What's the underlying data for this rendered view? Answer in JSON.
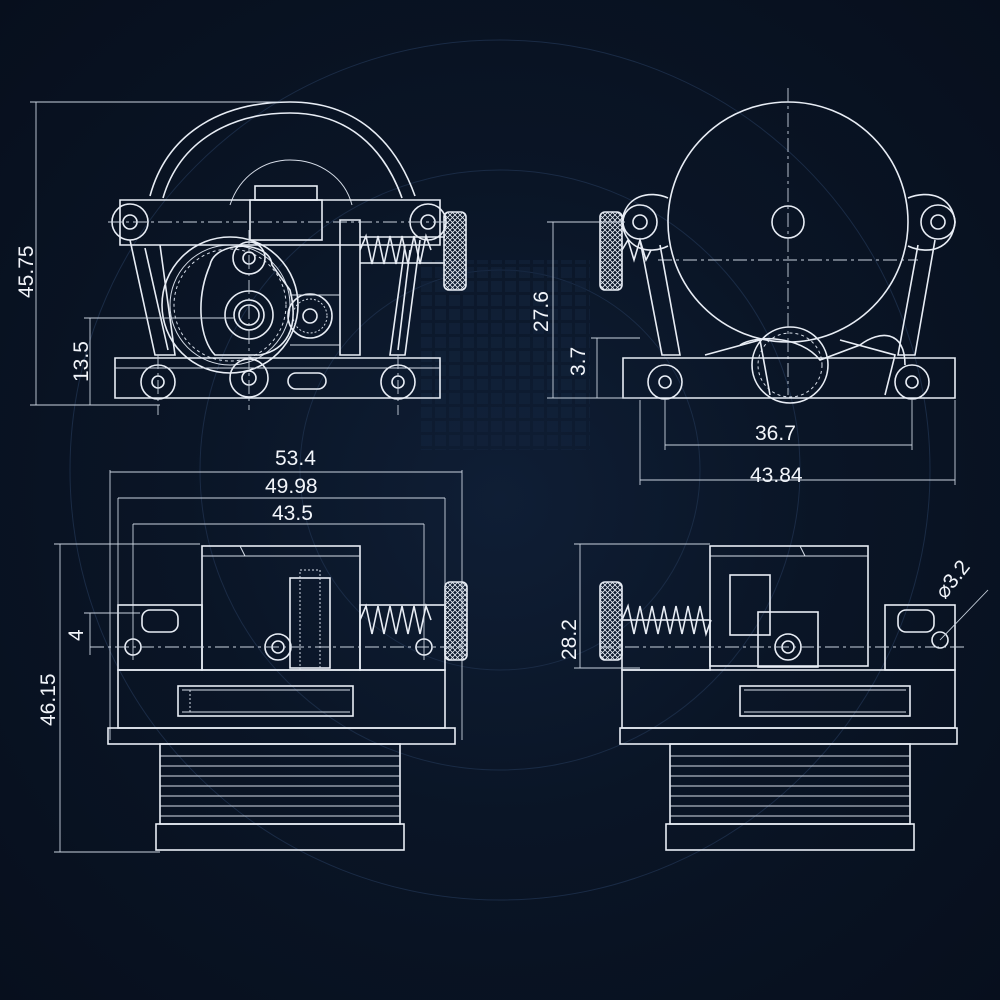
{
  "dimensions": {
    "front_height": "45.75",
    "front_shaft": "13.5",
    "rear_height": "27.6",
    "rear_offset": "3.7",
    "rear_inner_width": "36.7",
    "rear_outer_width": "43.84",
    "top_overall_width": "53.4",
    "top_body_width": "49.98",
    "top_hole_spacing": "43.5",
    "top_hole_offset": "4",
    "top_total_height": "46.15",
    "side_height": "28.2",
    "hole_diameter": "⌀3.2"
  },
  "colors": {
    "background": "#0a1526",
    "line": "#e8edf5"
  }
}
